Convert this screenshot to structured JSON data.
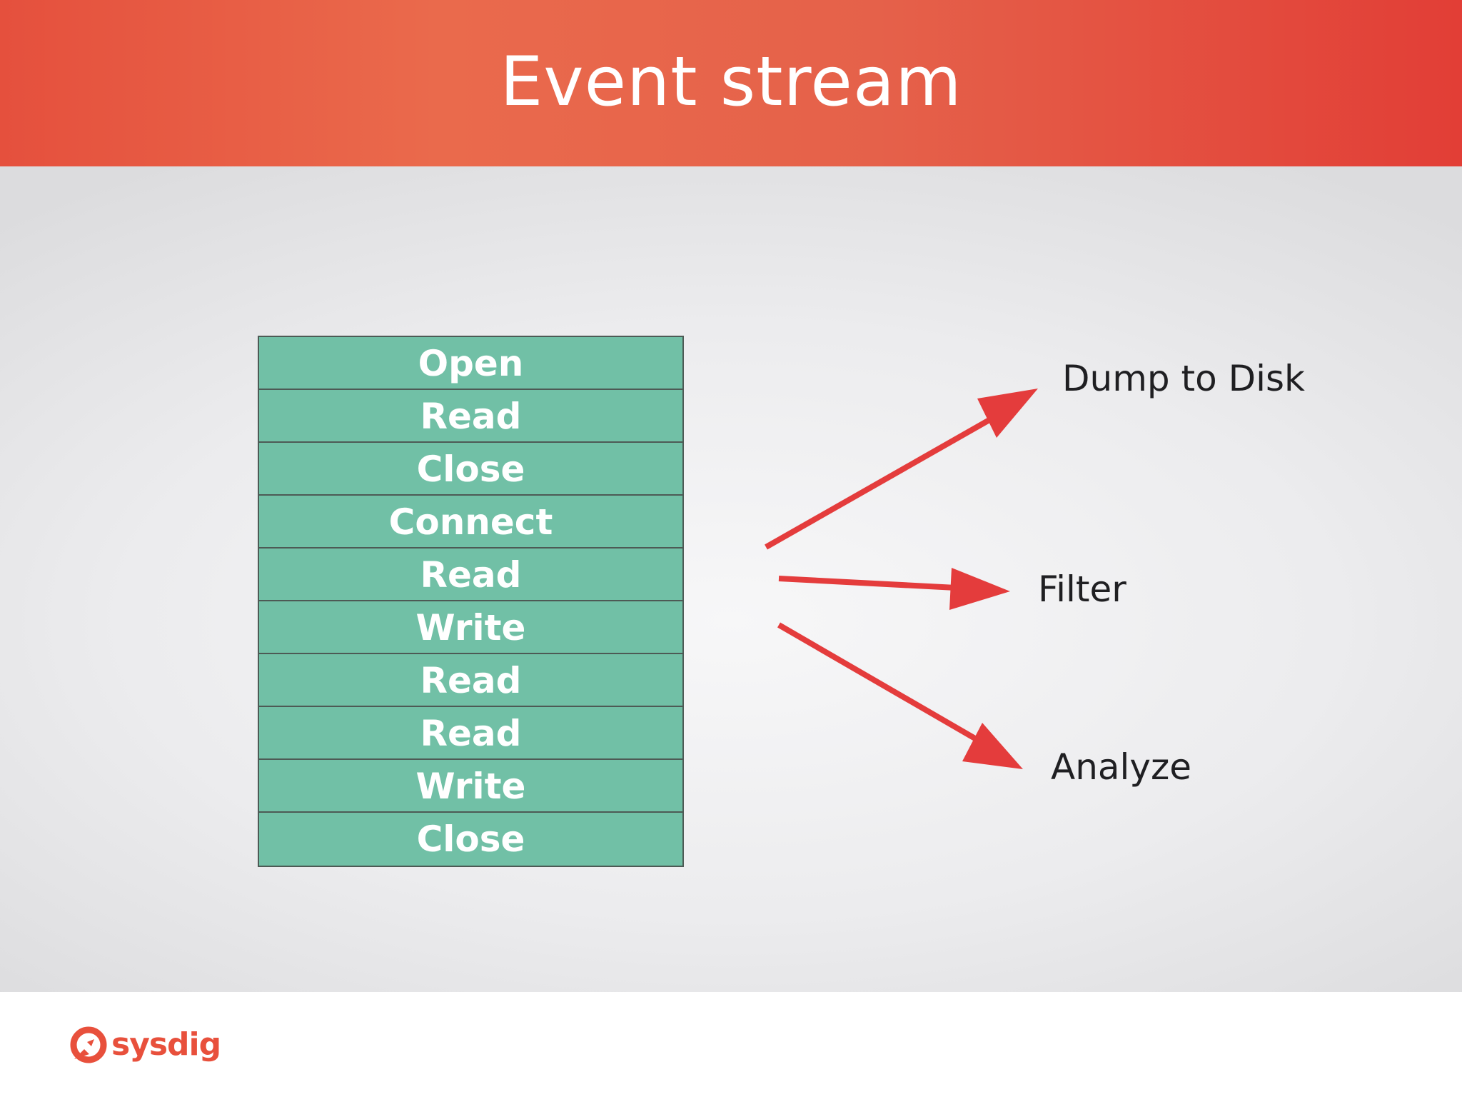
{
  "slide": {
    "title": "Event stream",
    "events": [
      "Open",
      "Read",
      "Close",
      "Connect",
      "Read",
      "Write",
      "Read",
      "Read",
      "Write",
      "Close"
    ],
    "destinations": {
      "dump": "Dump to Disk",
      "filter": "Filter",
      "analyze": "Analyze"
    },
    "brand": {
      "name": "sysdig",
      "logo_icon": "sysdig-logo-icon"
    }
  },
  "colors": {
    "header": "#e5503d",
    "event_cell": "#71c0a6",
    "arrow": "#e43c3c",
    "brand": "#e8503c"
  }
}
